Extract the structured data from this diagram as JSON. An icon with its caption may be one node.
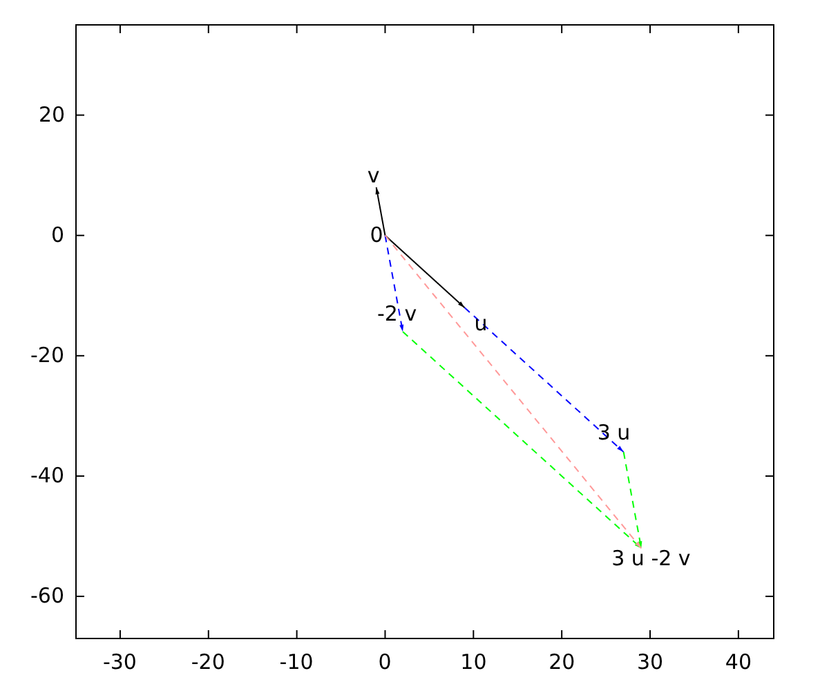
{
  "diagram": {
    "nodes": [
      {
        "text": [
          "0"
        ]
      },
      {
        "text": [
          "v"
        ]
      },
      {
        "text": [
          "u"
        ]
      },
      {
        "text": [
          "-2 v"
        ]
      },
      {
        "text": [
          "3 u"
        ]
      },
      {
        "text": [
          "3 u -2 v"
        ]
      }
    ],
    "edges": [
      {
        "from": 0,
        "to": 1,
        "arrow": "to"
      },
      {
        "from": 0,
        "to": 2,
        "arrow": "to"
      },
      {
        "from": 0,
        "to": 3,
        "arrow": "to",
        "style": "dashed",
        "color": "#0000ff"
      },
      {
        "from": 2,
        "to": 4,
        "arrow": "to",
        "style": "dashed",
        "color": "#0000ff"
      },
      {
        "from": 4,
        "to": 5,
        "arrow": "to",
        "style": "dashed",
        "color": "#00ff00"
      },
      {
        "from": 3,
        "to": 5,
        "arrow": "to",
        "style": "dashed",
        "color": "#00ff00"
      },
      {
        "from": 0,
        "to": 5,
        "arrow": "to",
        "style": "dashed",
        "color": "#ff9999"
      }
    ],
    "labels": [
      "20",
      "0",
      "-20",
      "-40",
      "-60",
      "-30",
      "-20",
      "-10",
      "0",
      "10",
      "20",
      "30",
      "40"
    ]
  }
}
